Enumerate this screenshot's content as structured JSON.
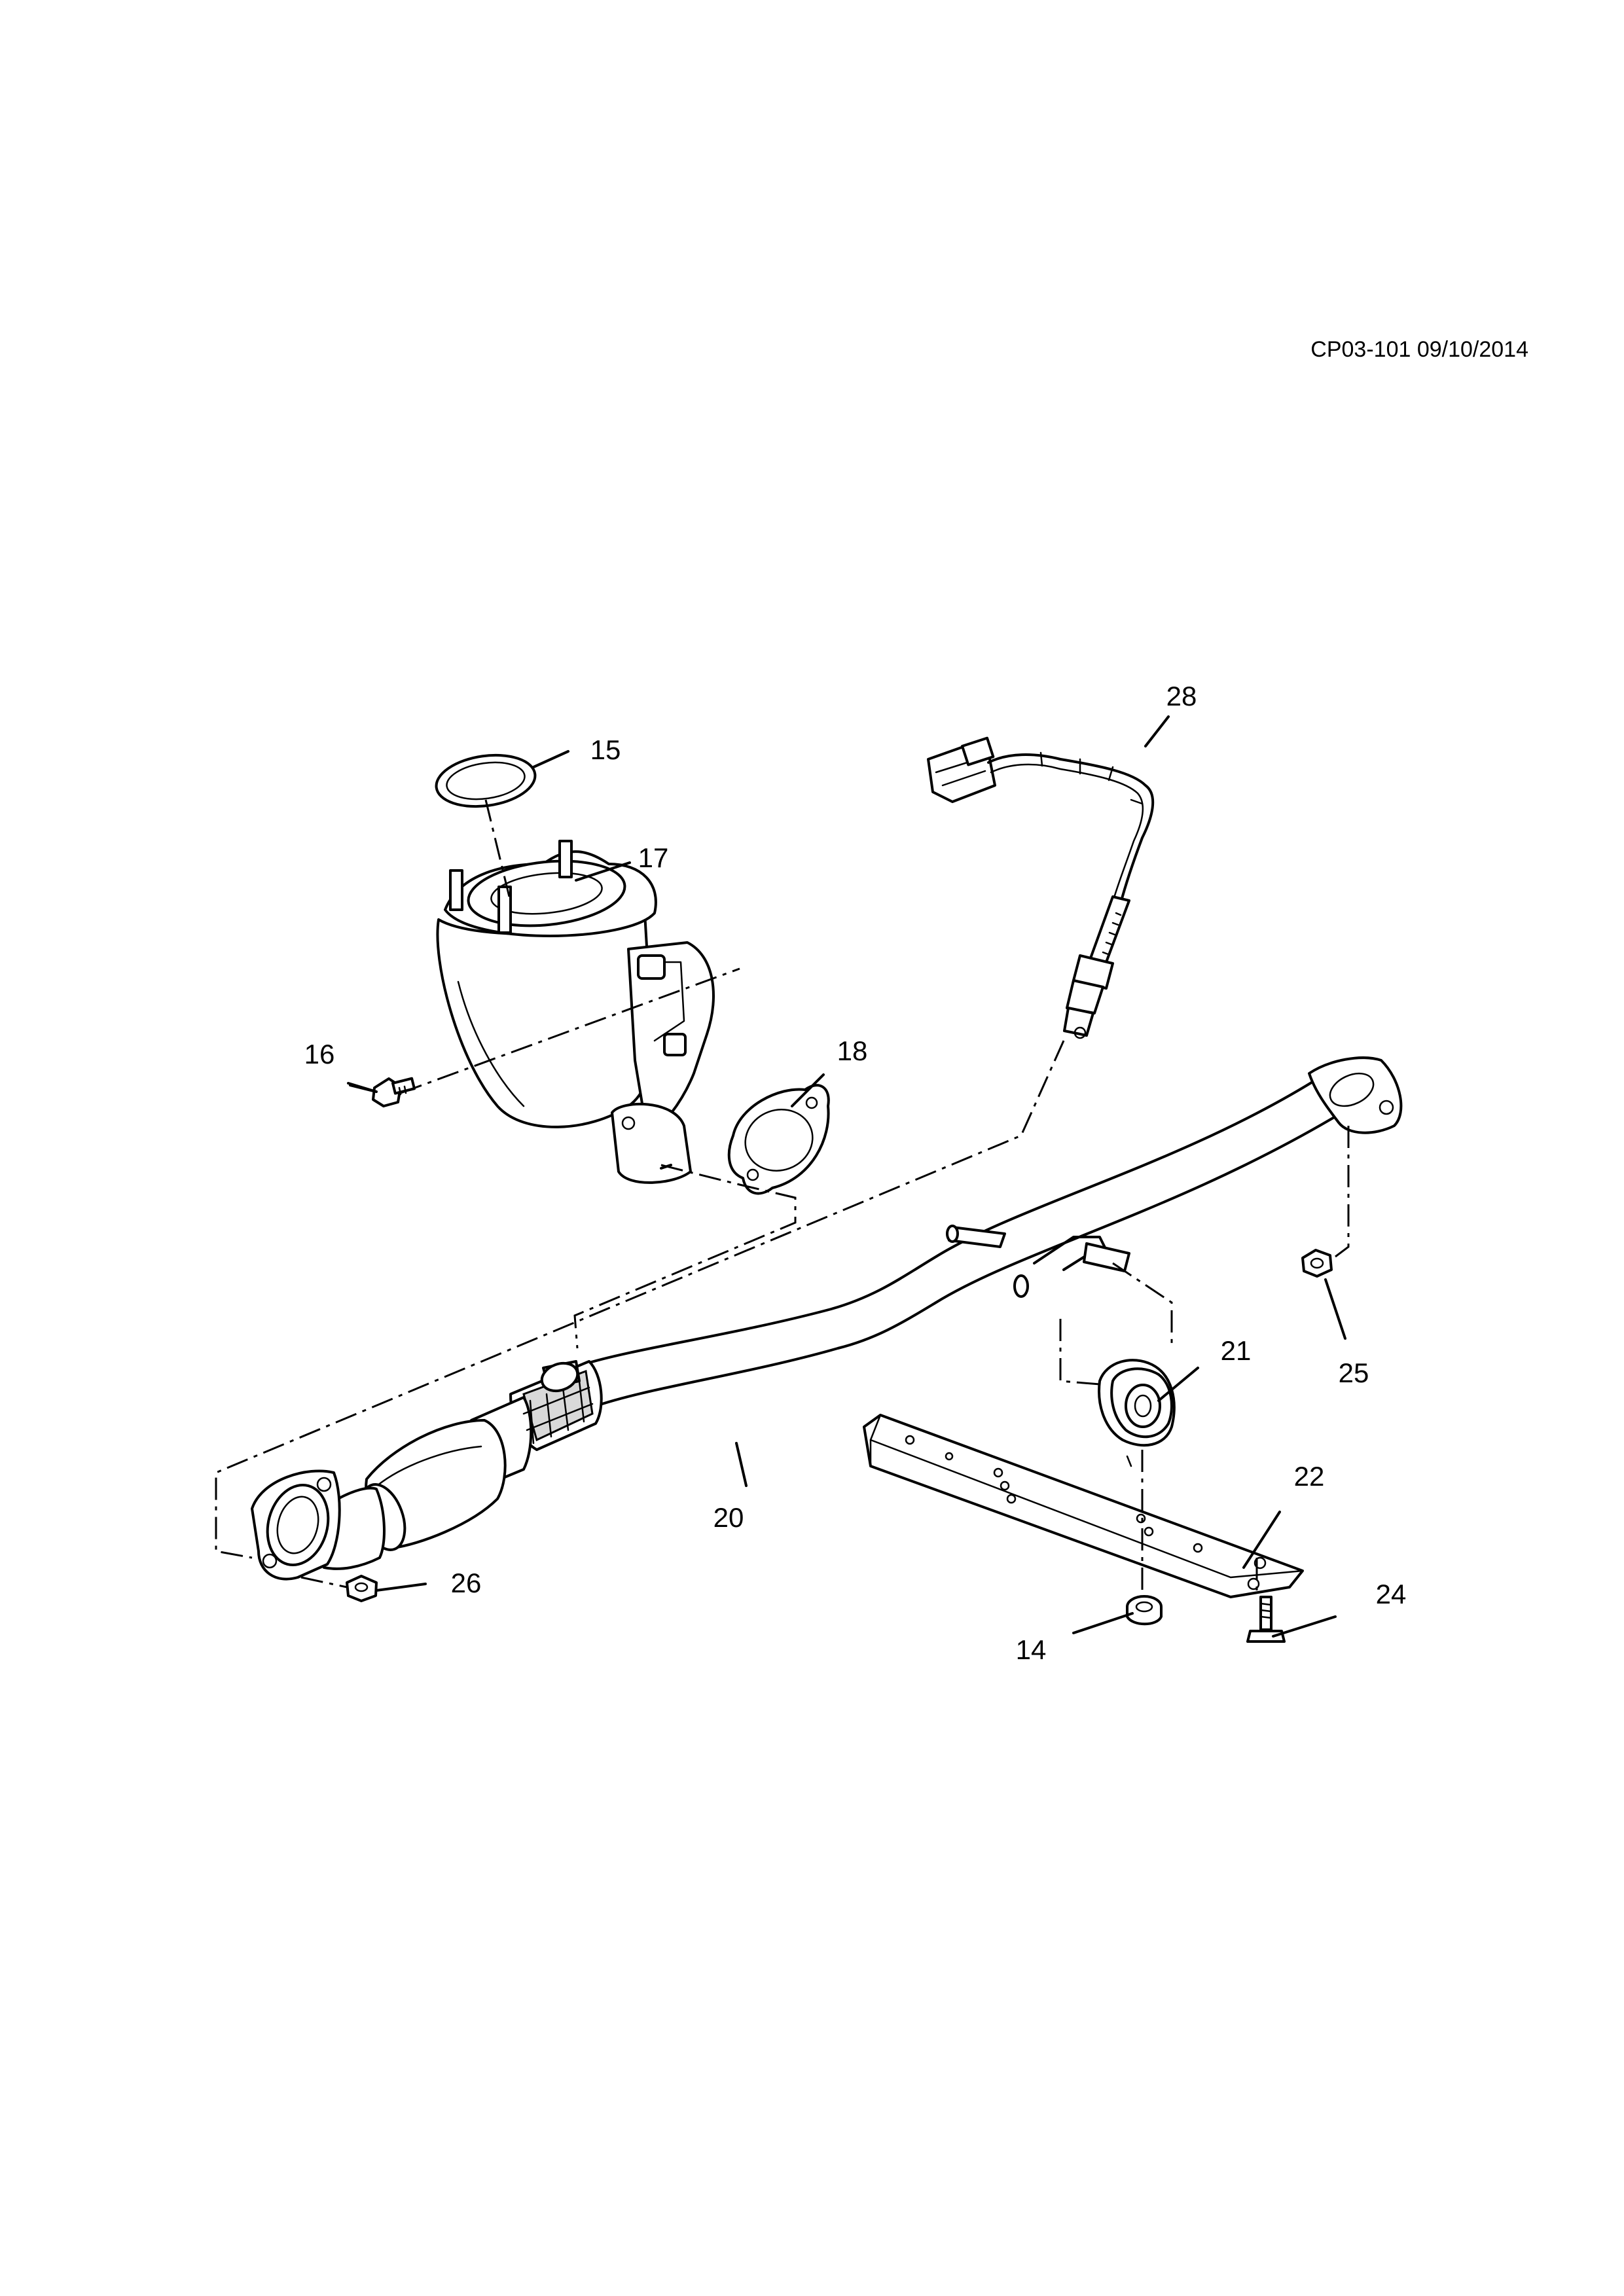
{
  "document": {
    "code": "CP03-101 09/10/2014"
  },
  "callouts": [
    {
      "id": "15",
      "label": "15"
    },
    {
      "id": "17",
      "label": "17"
    },
    {
      "id": "16",
      "label": "16"
    },
    {
      "id": "18",
      "label": "18"
    },
    {
      "id": "28",
      "label": "28"
    },
    {
      "id": "21",
      "label": "21"
    },
    {
      "id": "25",
      "label": "25"
    },
    {
      "id": "20",
      "label": "20"
    },
    {
      "id": "22",
      "label": "22"
    },
    {
      "id": "26",
      "label": "26"
    },
    {
      "id": "24",
      "label": "24"
    },
    {
      "id": "14",
      "label": "14"
    }
  ]
}
